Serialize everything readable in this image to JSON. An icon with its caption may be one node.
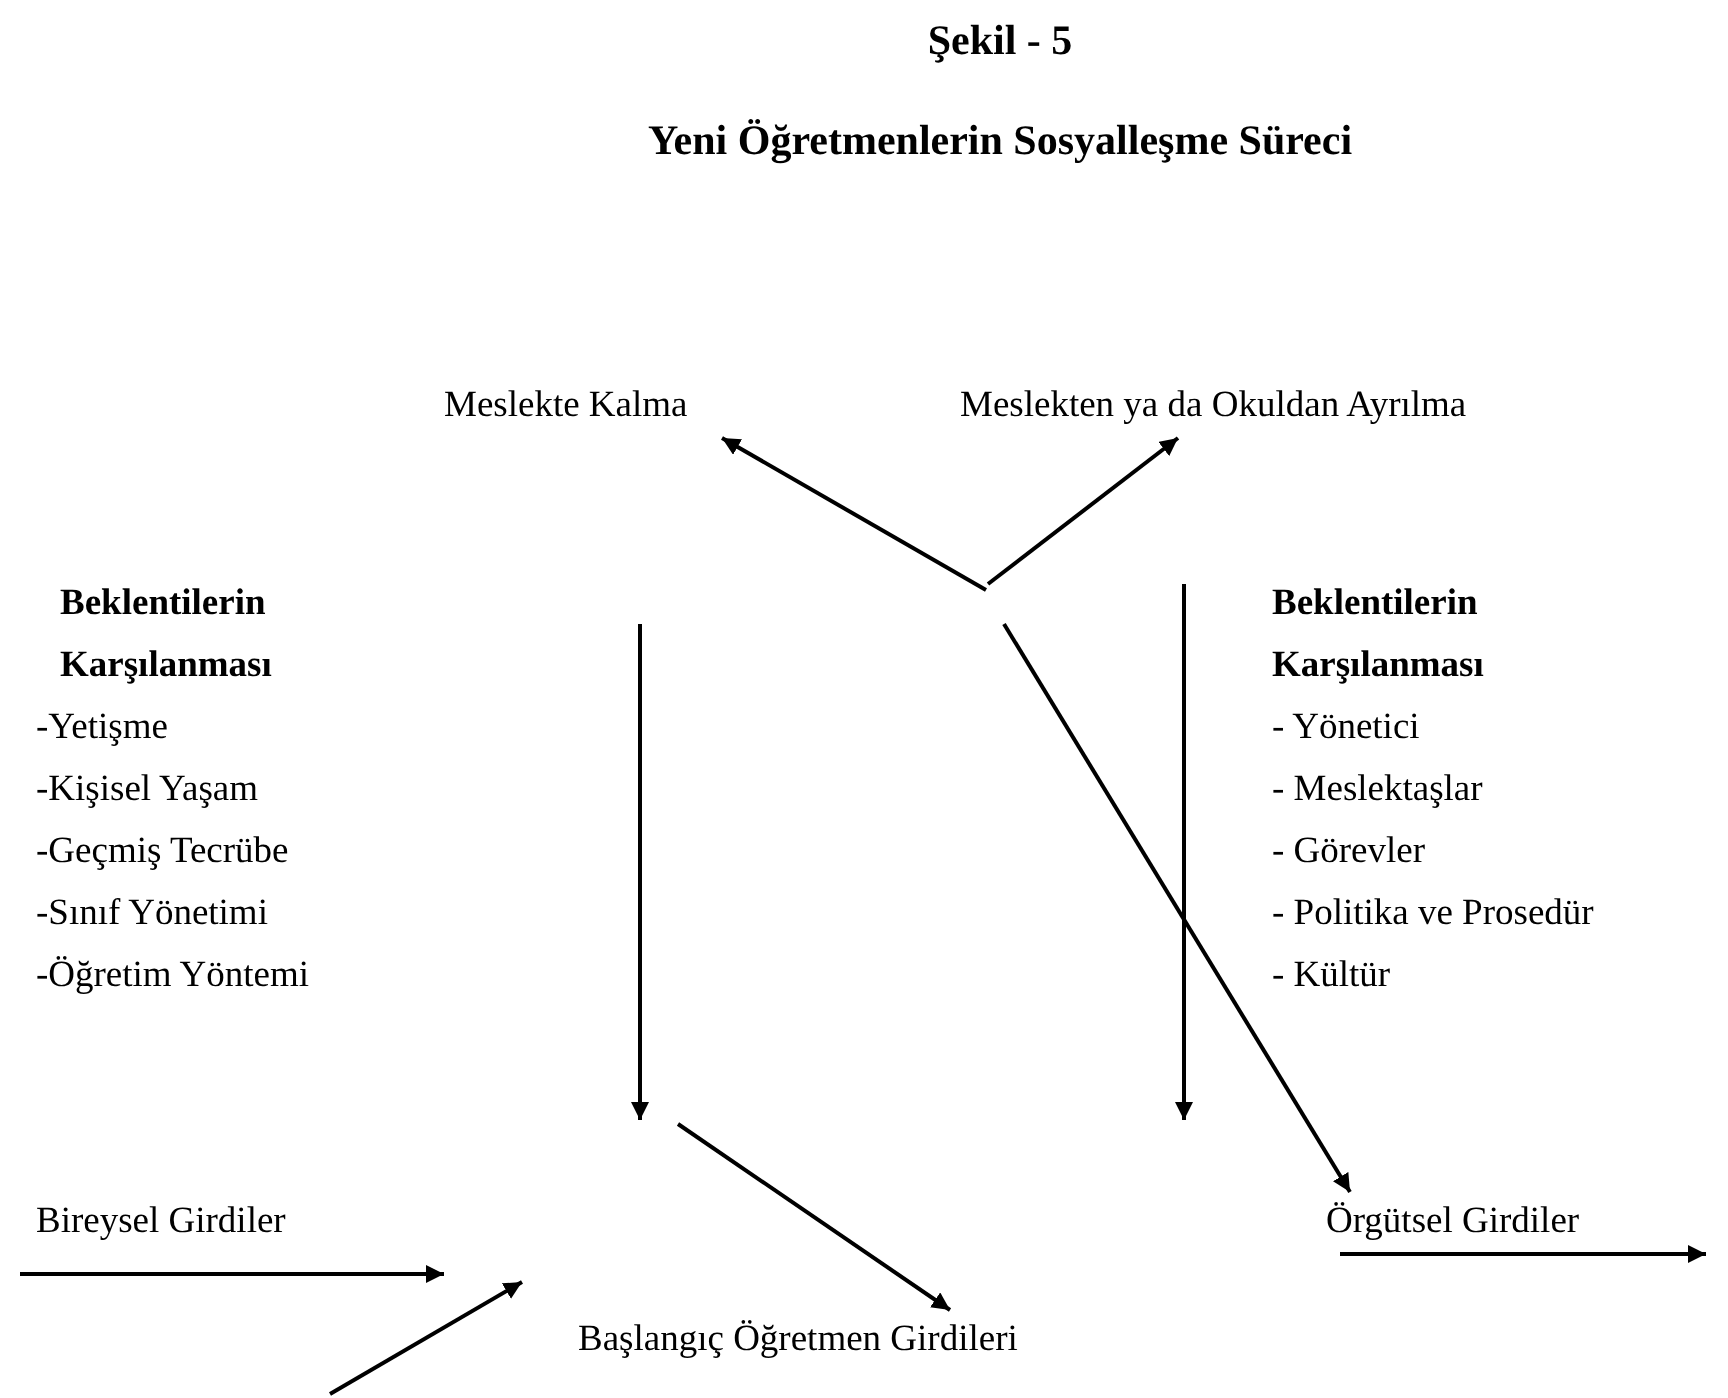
{
  "diagram": {
    "title": "Yeni Öğretmenlerin Sosyalleşme Süreci",
    "nodes": [
      {
        "text": [
          "Meslekte Kalma"
        ]
      },
      {
        "text": [
          "Meslekten ya da  Okuldan Ayrılma"
        ]
      },
      {
        "text": [
          "Beklentilerin Karşılanması",
          "-Yetişme",
          "-Kişisel Yaşam",
          "-Geçmiş Tecrübe",
          "-Sınıf Yönetimi",
          "-Öğretim Yöntemi"
        ]
      },
      {
        "text": [
          "Beklentilerin Karşılanması",
          "- Yönetici",
          "- Meslektaşlar",
          "- Görevler",
          "- Politika ve Prosedür",
          "- Kültür"
        ]
      },
      {
        "text": [
          "Bireysel Girdiler"
        ]
      },
      {
        "text": [
          "Örgütsel Girdiler"
        ]
      },
      {
        "text": [
          "Başlangıç  Öğretmen Girdileri"
        ]
      }
    ],
    "edges": [
      {
        "from": null,
        "to": 0,
        "arrow": "to"
      },
      {
        "from": null,
        "to": 1,
        "arrow": "to"
      },
      {
        "from": null,
        "to": 5,
        "arrow": "to"
      },
      {
        "from": null,
        "to": 6,
        "arrow": "to"
      },
      {
        "from": 4,
        "to": null,
        "arrow": "to"
      },
      {
        "from": 5,
        "to": null,
        "arrow": "to"
      }
    ],
    "labels": [
      "Şekil - 5"
    ]
  }
}
